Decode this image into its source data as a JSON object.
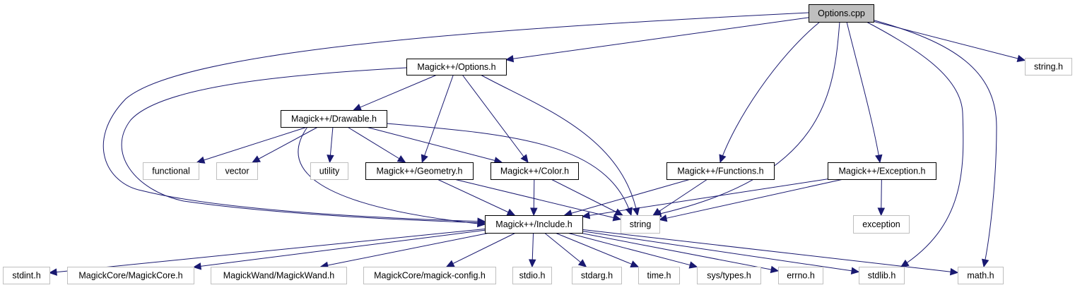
{
  "title": "Options.cpp include dependency graph",
  "colors": {
    "edge": "#191970",
    "root_fill": "#bfbfbf",
    "documented_border": "#000000",
    "external_border": "#bfbfbf"
  },
  "nodes": [
    {
      "id": "options_cpp",
      "label": "Options.cpp",
      "kind": "root"
    },
    {
      "id": "options_h",
      "label": "Magick++/Options.h",
      "kind": "documented"
    },
    {
      "id": "string_h",
      "label": "string.h",
      "kind": "external"
    },
    {
      "id": "drawable_h",
      "label": "Magick++/Drawable.h",
      "kind": "documented"
    },
    {
      "id": "functional",
      "label": "functional",
      "kind": "external"
    },
    {
      "id": "vector",
      "label": "vector",
      "kind": "external"
    },
    {
      "id": "utility",
      "label": "utility",
      "kind": "external"
    },
    {
      "id": "geometry_h",
      "label": "Magick++/Geometry.h",
      "kind": "documented"
    },
    {
      "id": "color_h",
      "label": "Magick++/Color.h",
      "kind": "documented"
    },
    {
      "id": "functions_h",
      "label": "Magick++/Functions.h",
      "kind": "documented"
    },
    {
      "id": "exception_h",
      "label": "Magick++/Exception.h",
      "kind": "documented"
    },
    {
      "id": "include_h",
      "label": "Magick++/Include.h",
      "kind": "documented"
    },
    {
      "id": "string",
      "label": "string",
      "kind": "external"
    },
    {
      "id": "exception",
      "label": "exception",
      "kind": "external"
    },
    {
      "id": "stdint_h",
      "label": "stdint.h",
      "kind": "external"
    },
    {
      "id": "magickcore_h",
      "label": "MagickCore/MagickCore.h",
      "kind": "external"
    },
    {
      "id": "magickwand_h",
      "label": "MagickWand/MagickWand.h",
      "kind": "external"
    },
    {
      "id": "magick_config_h",
      "label": "MagickCore/magick-config.h",
      "kind": "external"
    },
    {
      "id": "stdio_h",
      "label": "stdio.h",
      "kind": "external"
    },
    {
      "id": "stdarg_h",
      "label": "stdarg.h",
      "kind": "external"
    },
    {
      "id": "time_h",
      "label": "time.h",
      "kind": "external"
    },
    {
      "id": "sys_types_h",
      "label": "sys/types.h",
      "kind": "external"
    },
    {
      "id": "errno_h",
      "label": "errno.h",
      "kind": "external"
    },
    {
      "id": "stdlib_h",
      "label": "stdlib.h",
      "kind": "external"
    },
    {
      "id": "math_h",
      "label": "math.h",
      "kind": "external"
    }
  ],
  "edges": [
    {
      "from": "options_cpp",
      "to": "options_h"
    },
    {
      "from": "options_cpp",
      "to": "include_h"
    },
    {
      "from": "options_cpp",
      "to": "functions_h"
    },
    {
      "from": "options_cpp",
      "to": "string"
    },
    {
      "from": "options_cpp",
      "to": "exception_h"
    },
    {
      "from": "options_cpp",
      "to": "stdlib_h"
    },
    {
      "from": "options_cpp",
      "to": "math_h"
    },
    {
      "from": "options_cpp",
      "to": "string_h"
    },
    {
      "from": "options_h",
      "to": "drawable_h"
    },
    {
      "from": "options_h",
      "to": "geometry_h"
    },
    {
      "from": "options_h",
      "to": "color_h"
    },
    {
      "from": "options_h",
      "to": "string"
    },
    {
      "from": "options_h",
      "to": "include_h"
    },
    {
      "from": "drawable_h",
      "to": "functional"
    },
    {
      "from": "drawable_h",
      "to": "vector"
    },
    {
      "from": "drawable_h",
      "to": "utility"
    },
    {
      "from": "drawable_h",
      "to": "geometry_h"
    },
    {
      "from": "drawable_h",
      "to": "color_h"
    },
    {
      "from": "drawable_h",
      "to": "include_h"
    },
    {
      "from": "drawable_h",
      "to": "string"
    },
    {
      "from": "geometry_h",
      "to": "include_h"
    },
    {
      "from": "geometry_h",
      "to": "string"
    },
    {
      "from": "color_h",
      "to": "include_h"
    },
    {
      "from": "color_h",
      "to": "string"
    },
    {
      "from": "functions_h",
      "to": "include_h"
    },
    {
      "from": "functions_h",
      "to": "string"
    },
    {
      "from": "exception_h",
      "to": "include_h"
    },
    {
      "from": "exception_h",
      "to": "string"
    },
    {
      "from": "exception_h",
      "to": "exception"
    },
    {
      "from": "include_h",
      "to": "stdint_h"
    },
    {
      "from": "include_h",
      "to": "magickcore_h"
    },
    {
      "from": "include_h",
      "to": "magickwand_h"
    },
    {
      "from": "include_h",
      "to": "magick_config_h"
    },
    {
      "from": "include_h",
      "to": "stdio_h"
    },
    {
      "from": "include_h",
      "to": "stdarg_h"
    },
    {
      "from": "include_h",
      "to": "time_h"
    },
    {
      "from": "include_h",
      "to": "sys_types_h"
    },
    {
      "from": "include_h",
      "to": "errno_h"
    },
    {
      "from": "include_h",
      "to": "stdlib_h"
    },
    {
      "from": "include_h",
      "to": "math_h"
    }
  ]
}
